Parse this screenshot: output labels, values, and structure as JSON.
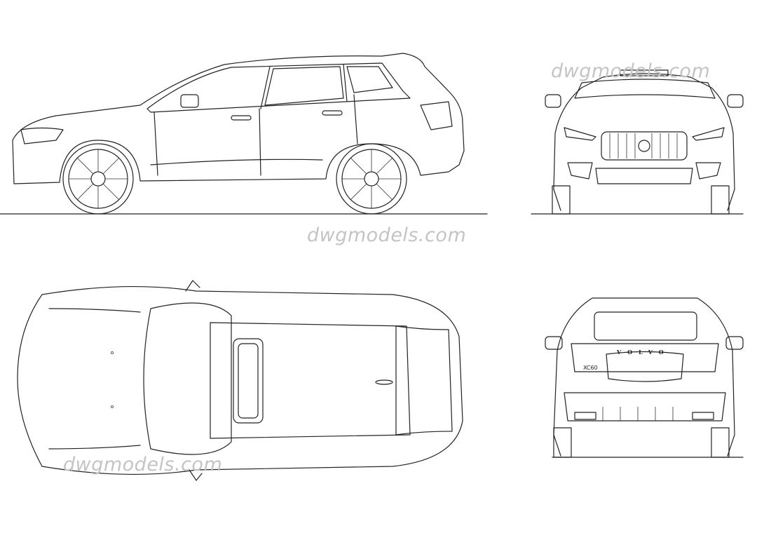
{
  "watermarks": [
    "dwgmodels.com",
    "dwgmodels.com",
    "dwgmodels.com"
  ],
  "rear_view": {
    "brand_lettering": "VOLVO",
    "model_badge": "XC60"
  },
  "views": [
    "side",
    "front",
    "top",
    "rear"
  ],
  "colors": {
    "line": "#222222",
    "watermark": "#c4c4c4",
    "background": "#ffffff"
  }
}
